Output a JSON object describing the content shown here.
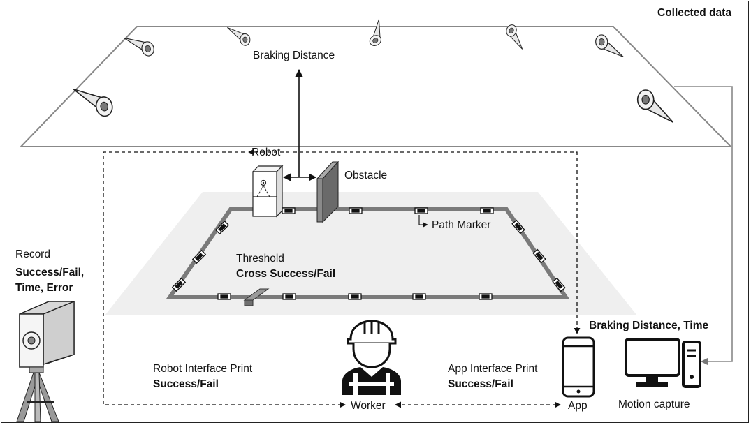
{
  "title": "Collected data",
  "labels": {
    "braking_distance": "Braking Distance",
    "robot": "Robot",
    "obstacle": "Obstacle",
    "path_marker": "Path Marker",
    "threshold": "Threshold",
    "threshold_result": "Cross Success/Fail",
    "record": "Record",
    "record_items_1": "Success/Fail,",
    "record_items_2": "Time, Error",
    "robot_interface": "Robot Interface Print",
    "robot_interface_result": "Success/Fail",
    "app_interface": "App Interface Print",
    "app_interface_result": "Success/Fail",
    "motion_capture_output": "Braking Distance, Time",
    "worker": "Worker",
    "app": "App",
    "motion_capture": "Motion capture"
  },
  "icons": [
    "camera-icon",
    "robot-icon",
    "obstacle-icon",
    "path-marker-icon",
    "worker-icon",
    "phone-icon",
    "computer-icon",
    "tripod-camera-icon"
  ]
}
